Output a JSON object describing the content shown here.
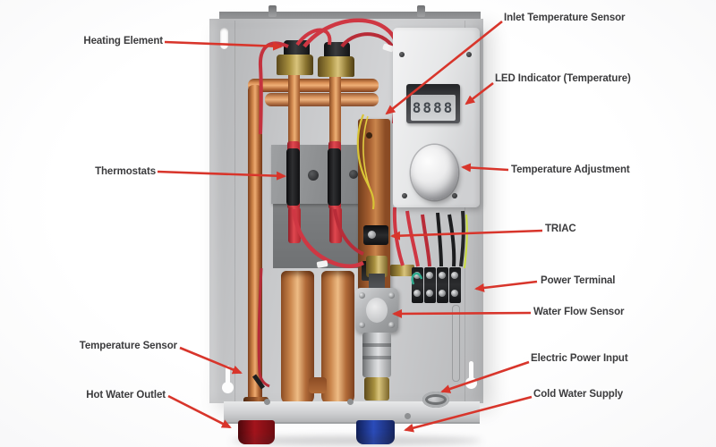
{
  "diagram": {
    "labels_left": [
      {
        "text": "Heating Element"
      },
      {
        "text": "Thermostats"
      },
      {
        "text": "Temperature Sensor"
      },
      {
        "text": "Hot Water Outlet"
      }
    ],
    "labels_right": [
      {
        "text": "Inlet Temperature Sensor"
      },
      {
        "text": "LED Indicator (Temperature)"
      },
      {
        "text": "Temperature Adjustment"
      },
      {
        "text": "TRIAC"
      },
      {
        "text": "Power Terminal"
      },
      {
        "text": "Water Flow Sensor"
      },
      {
        "text": "Electric Power Input"
      },
      {
        "text": "Cold Water Supply"
      }
    ],
    "led_display": {
      "digits": "8888"
    },
    "colors": {
      "arrow": "#d8352b",
      "label_text": "#3b3b3d",
      "hot_outlet": "#8f1016",
      "cold_supply": "#1e3f9f",
      "copper": "#c97f45"
    }
  }
}
